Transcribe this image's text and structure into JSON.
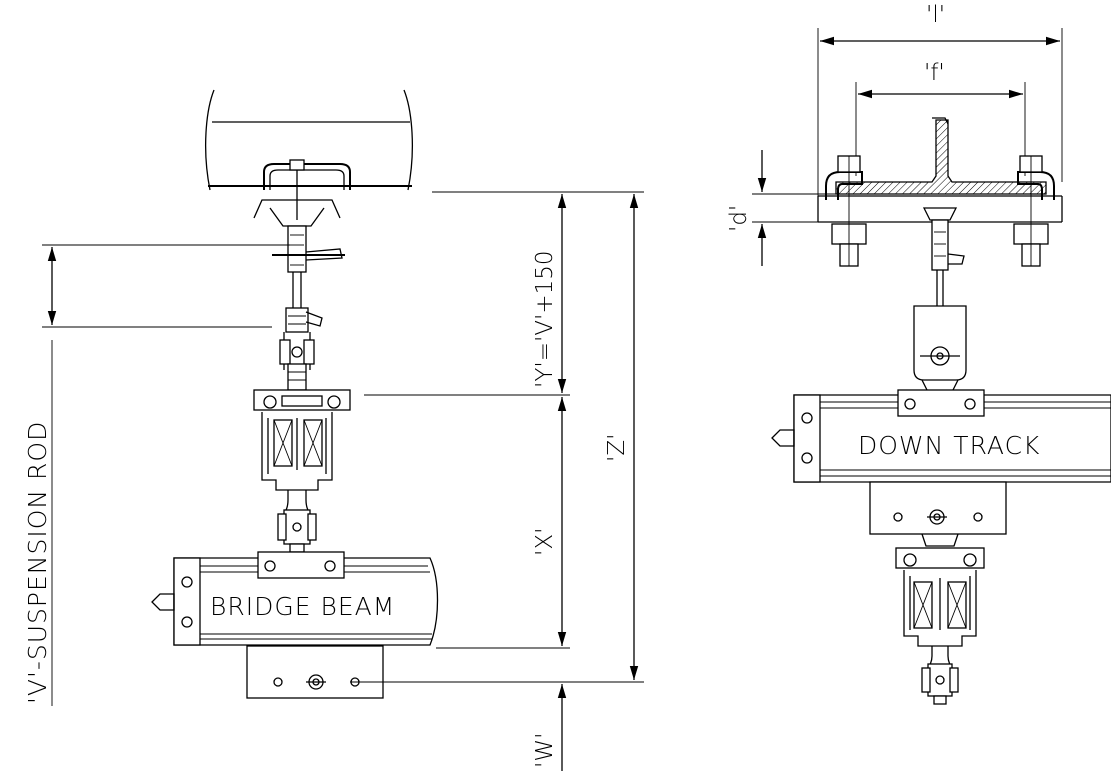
{
  "labels": {
    "bridge_beam": "BRIDGE BEAM",
    "down_track": "DOWN TRACK",
    "suspension_rod": "'V'-SUSPENSION ROD",
    "y_formula": "'Y'='V'+150",
    "z": "'Z'",
    "x": "'X'",
    "w": "'W'",
    "l": "'l'",
    "f": "'f'",
    "d": "'d'"
  }
}
